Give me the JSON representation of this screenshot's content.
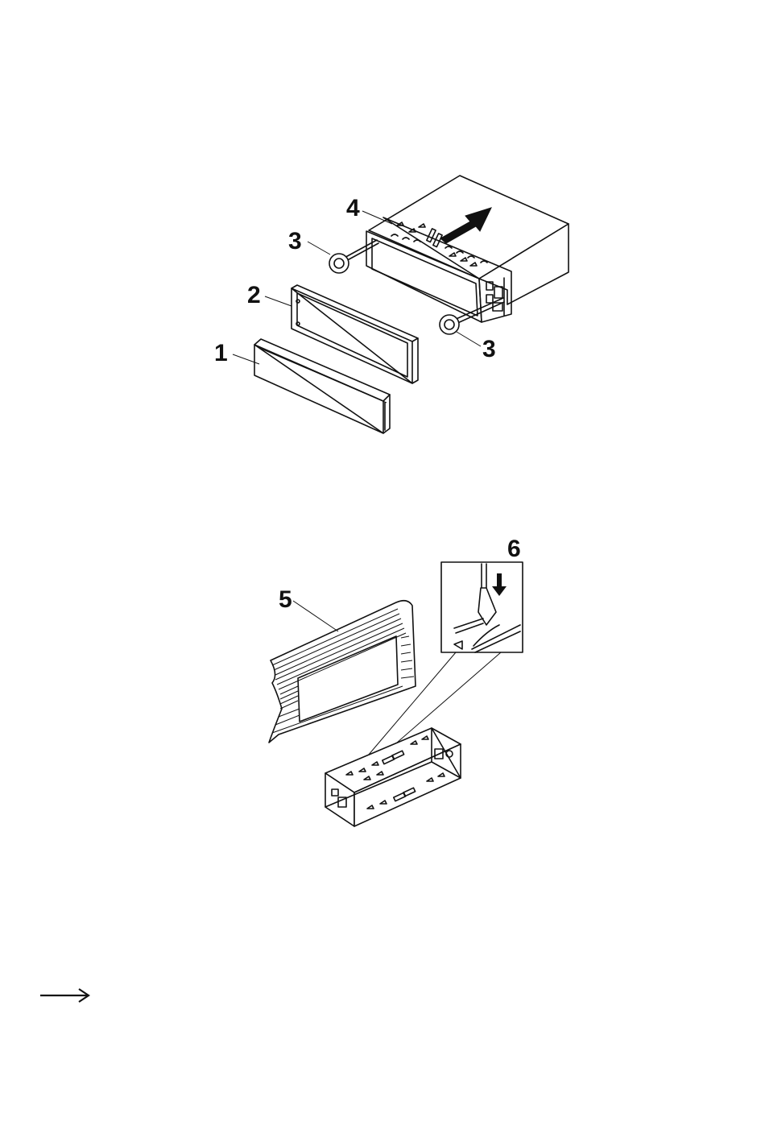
{
  "figure_top": {
    "callouts": {
      "c1": "1",
      "c2": "2",
      "c3_left": "3",
      "c3_right": "3",
      "c4": "4"
    }
  },
  "figure_bottom": {
    "callouts": {
      "c5": "5",
      "c6": "6"
    }
  },
  "footer": {
    "continue_icon": "arrow-right-icon"
  }
}
